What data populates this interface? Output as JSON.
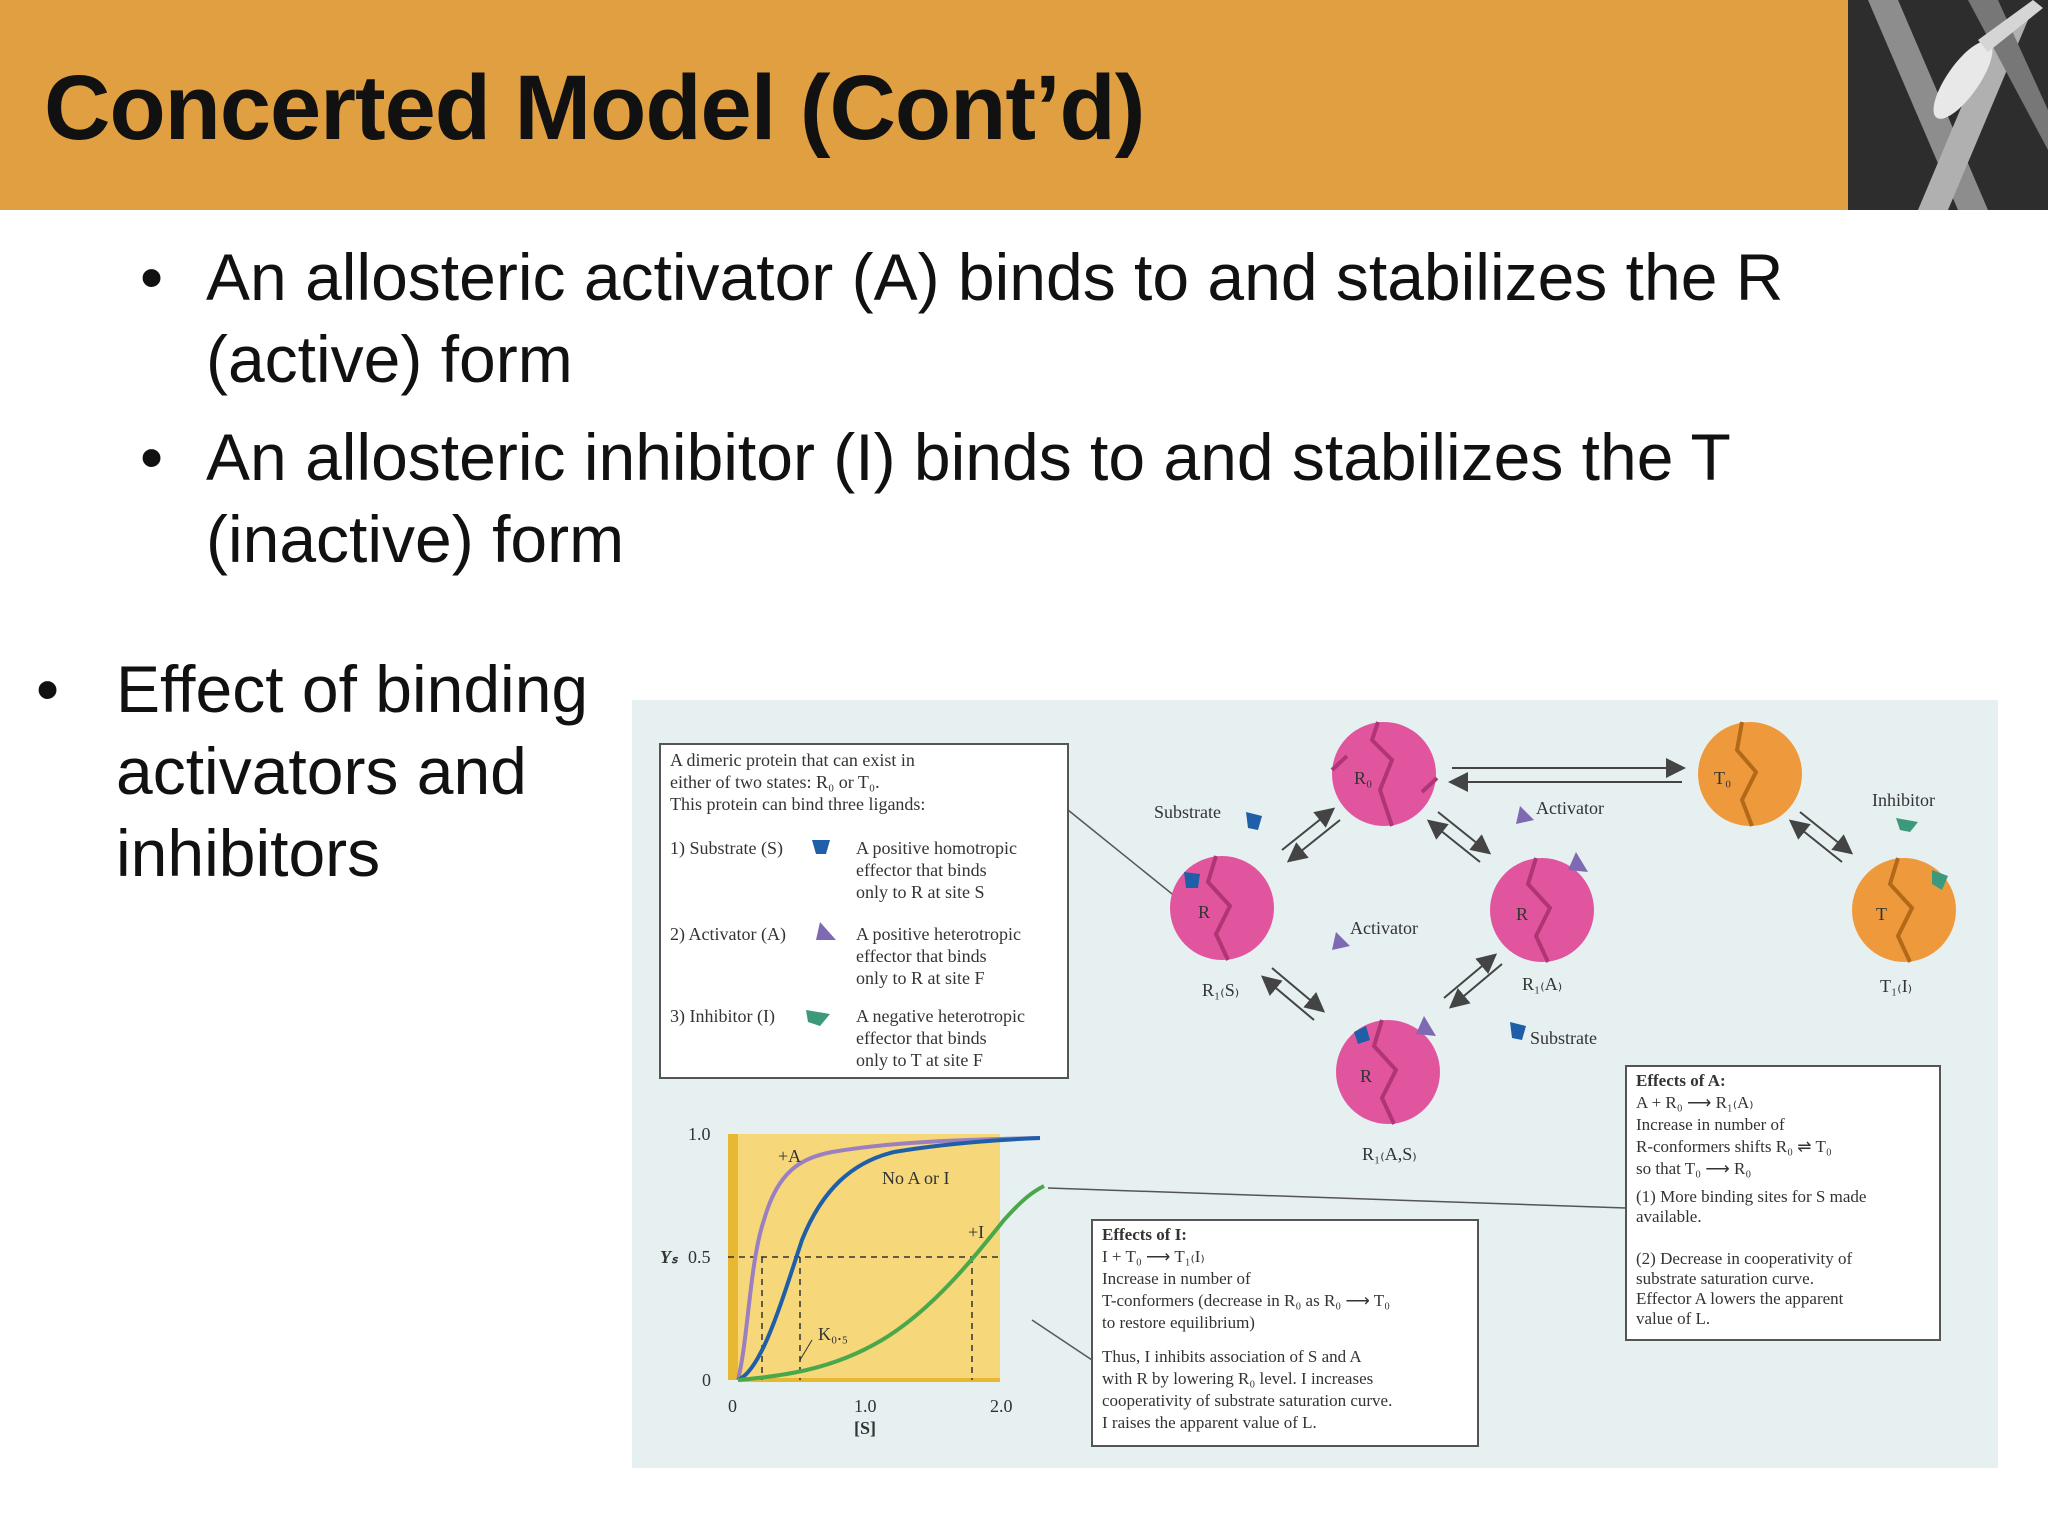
{
  "title": "Concerted Model (Cont’d)",
  "bullets_top": [
    {
      "text": "An allosteric activator (A) binds to and stabilizes the R (active) form"
    },
    {
      "text": "An allosteric inhibitor (I) binds to and stabilizes the T (inactive) form"
    }
  ],
  "bullet_left": "Effect of binding activators and inhibitors",
  "bullet_symbol": "•",
  "figure": {
    "legend": {
      "intro": [
        "A dimeric protein that can exist in",
        "either of two states: R₀ or T₀.",
        "This protein can bind three ligands:"
      ],
      "items": [
        {
          "label": "1) Substrate (S)",
          "desc": [
            "A positive homotropic",
            "effector that binds",
            "only to R at site S"
          ]
        },
        {
          "label": "2) Activator (A)",
          "desc": [
            "A positive heterotropic",
            "effector that binds",
            "only to R at site F"
          ]
        },
        {
          "label": "3) Inhibitor (I)",
          "desc": [
            "A negative heterotropic",
            "effector that binds",
            "only to T at site F"
          ]
        }
      ]
    },
    "labels": {
      "substrate_1": "Substrate",
      "activator_1": "Activator",
      "activator_2": "Activator",
      "substrate_2": "Substrate",
      "inhibitor": "Inhibitor",
      "r0": "R₀",
      "t0": "T₀",
      "r1s": "R₁₍S₎",
      "r1a": "R₁₍A₎",
      "r1as": "R₁₍A,S₎",
      "t1i": "T₁₍I₎",
      "r_letter": "R",
      "t_letter": "T"
    },
    "effects_a": {
      "title": "Effects of A:",
      "lines": [
        "A + R₀ ⟶ R₁₍A₎",
        "Increase in number of",
        "R-conformers shifts R₀ ⇌ T₀",
        "so that T₀ ⟶ R₀",
        "(1)  More binding sites for S made",
        "      available.",
        "(2)  Decrease in cooperativity of",
        "      substrate saturation curve.",
        "      Effector A lowers the apparent",
        "      value of L."
      ]
    },
    "effects_i": {
      "title": "Effects of I:",
      "lines": [
        "I + T₀ ⟶ T₁₍I₎",
        "Increase in number of",
        "T-conformers (decrease in R₀ as R₀ ⟶ T₀",
        "to restore equilibrium)",
        "Thus, I inhibits association of S and A",
        "with R by lowering R₀ level. I increases",
        "cooperativity of substrate saturation curve.",
        "I raises the apparent value of L."
      ]
    },
    "plot": {
      "ylabel": "Yₛ",
      "xlabel": "[S]",
      "yticks": [
        "1.0",
        "0.5",
        "0"
      ],
      "xticks": [
        "0",
        "1.0",
        "2.0"
      ],
      "curve_labels": {
        "plus_a": "+A",
        "none": "No A or I",
        "plus_i": "+I",
        "k": "K₀.₅"
      }
    }
  },
  "colors": {
    "header": "#e0a042",
    "r_state": "#e0559e",
    "t_state": "#ee9a3c",
    "curve_a": "#9b7fc0",
    "curve_none": "#1f5fa8",
    "curve_i": "#4aa84a",
    "plot_bg": "#f6d77a"
  }
}
